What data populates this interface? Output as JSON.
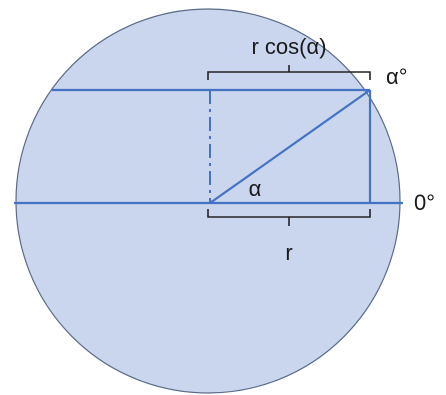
{
  "diagram": {
    "labels": {
      "r_cos_alpha": "r cos(α)",
      "alpha_degree": "α°",
      "alpha": "α",
      "zero_degree": "0°",
      "r": "r"
    },
    "colors": {
      "circle_fill": "#c9d6ee",
      "circle_stroke": "#5a6b87",
      "line": "#4472c4",
      "bracket": "#222222",
      "text": "#1a1a1a"
    }
  }
}
